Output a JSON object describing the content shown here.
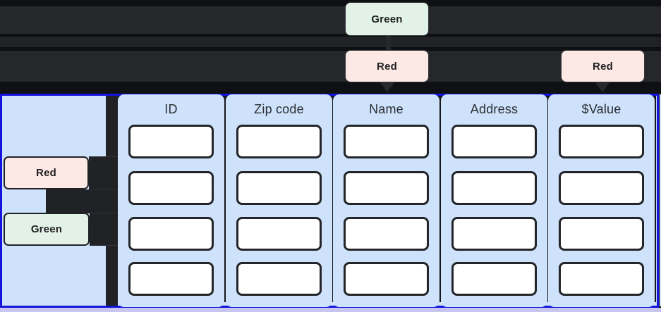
{
  "badges": {
    "top_green": {
      "label": "Green"
    },
    "top_red_1": {
      "label": "Red"
    },
    "top_red_2": {
      "label": "Red"
    },
    "left_red": {
      "label": "Red"
    },
    "left_green": {
      "label": "Green"
    }
  },
  "table": {
    "columns": [
      {
        "header": "ID"
      },
      {
        "header": "Zip code"
      },
      {
        "header": "Name"
      },
      {
        "header": "Address"
      },
      {
        "header": "$Value"
      }
    ],
    "rows_per_column": 4
  },
  "colors": {
    "green_badge": "#e2f2e6",
    "red_badge": "#fce8e4",
    "panel_blue": "#cfe2fc",
    "selection_blue": "#1414dd",
    "lavender_strip": "#c8c5ee",
    "dark_row_bar": "#25272a",
    "dark_connector": "#202226",
    "cell_white": "#ffffff"
  }
}
